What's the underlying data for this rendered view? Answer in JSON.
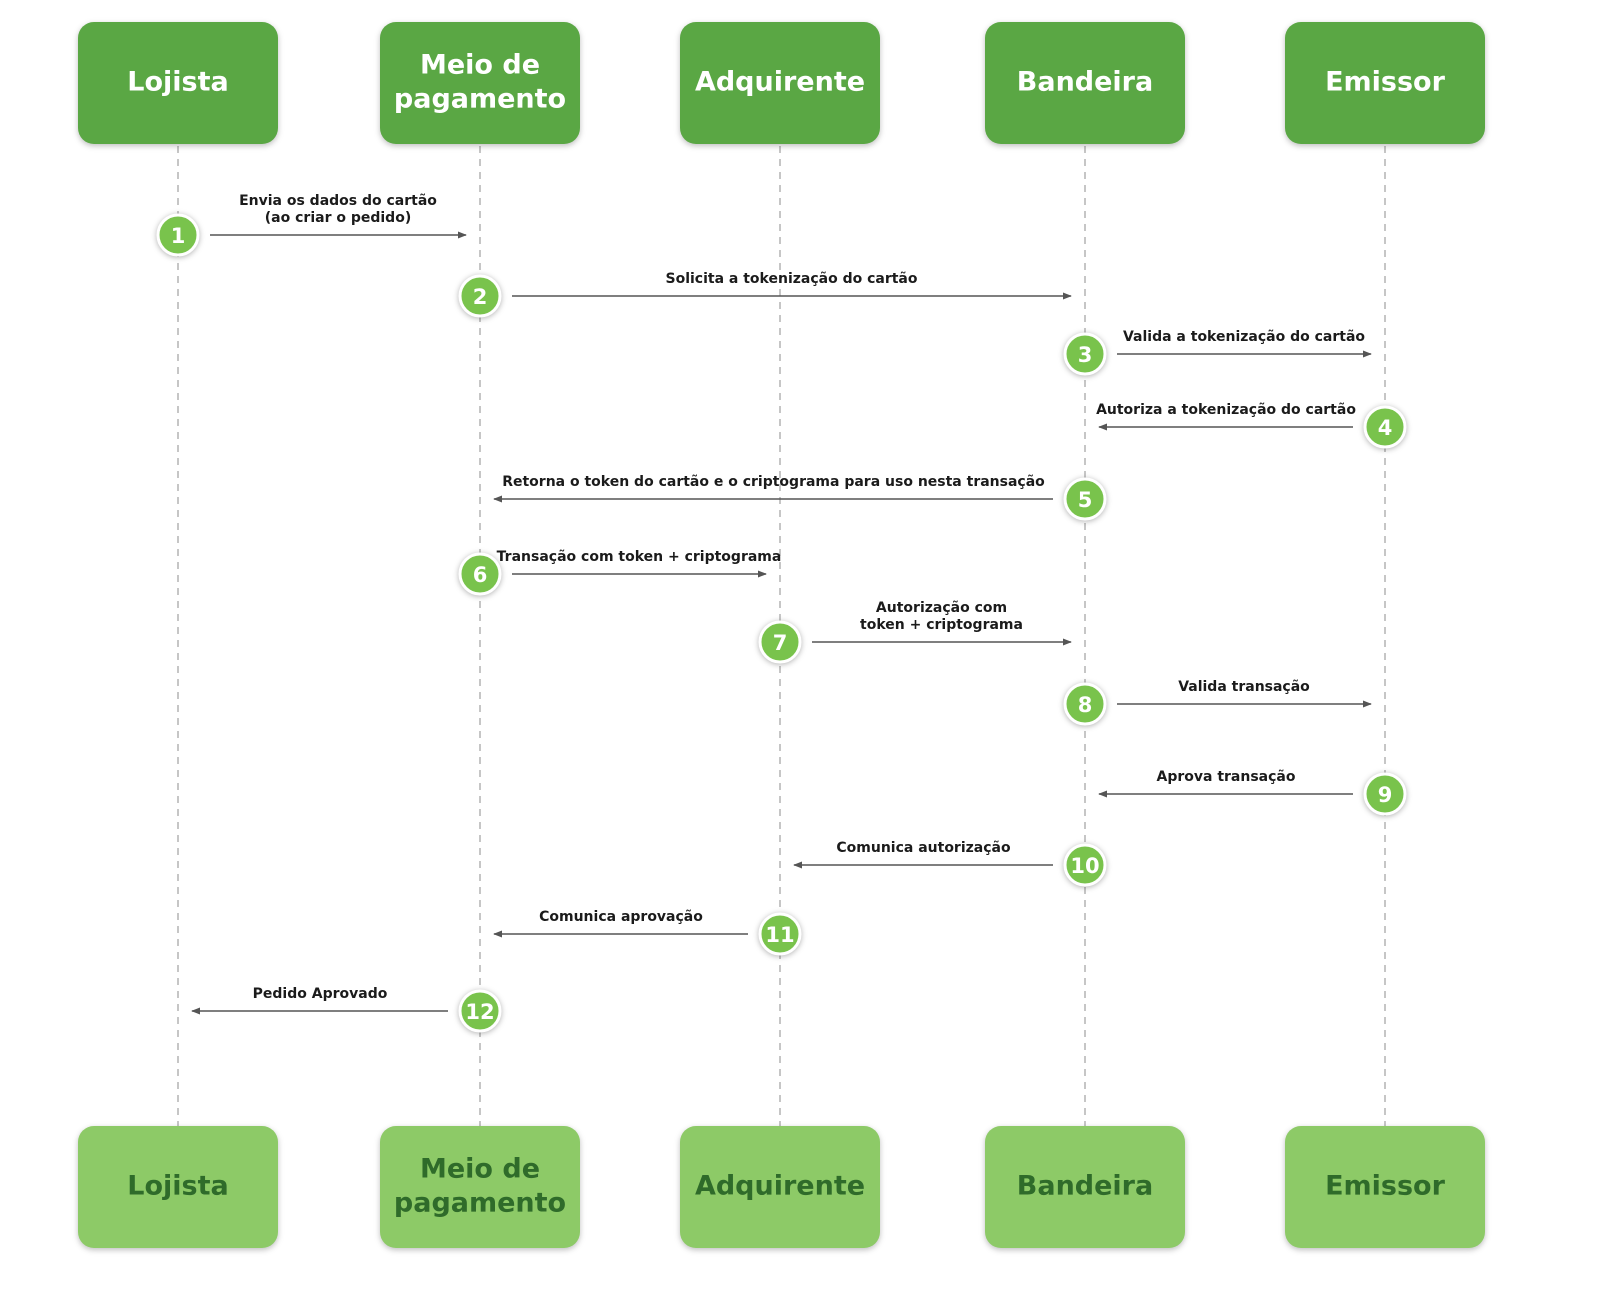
{
  "participants": [
    {
      "name_lines": [
        "Lojista"
      ]
    },
    {
      "name_lines": [
        "Meio de",
        "pagamento"
      ]
    },
    {
      "name_lines": [
        "Adquirente"
      ]
    },
    {
      "name_lines": [
        "Bandeira"
      ]
    },
    {
      "name_lines": [
        "Emissor"
      ]
    }
  ],
  "steps": [
    {
      "number": "1",
      "from": 0,
      "to": 1,
      "label_lines": [
        "Envia os dados do cartão",
        "(ao criar o pedido)"
      ]
    },
    {
      "number": "2",
      "from": 1,
      "to": 3,
      "label_lines": [
        "Solicita a tokenização do cartão"
      ]
    },
    {
      "number": "3",
      "from": 3,
      "to": 4,
      "label_lines": [
        "Valida a tokenização do cartão"
      ]
    },
    {
      "number": "4",
      "from": 4,
      "to": 3,
      "label_lines": [
        "Autoriza a tokenização do cartão"
      ]
    },
    {
      "number": "5",
      "from": 3,
      "to": 1,
      "label_lines": [
        "Retorna o token do cartão e o criptograma para uso nesta transação"
      ]
    },
    {
      "number": "6",
      "from": 1,
      "to": 2,
      "label_lines": [
        "Transação com token + criptograma"
      ]
    },
    {
      "number": "7",
      "from": 2,
      "to": 3,
      "label_lines": [
        "Autorização com",
        "token + criptograma"
      ]
    },
    {
      "number": "8",
      "from": 3,
      "to": 4,
      "label_lines": [
        "Valida transação"
      ]
    },
    {
      "number": "9",
      "from": 4,
      "to": 3,
      "label_lines": [
        "Aprova transação"
      ]
    },
    {
      "number": "10",
      "from": 3,
      "to": 2,
      "label_lines": [
        "Comunica autorização"
      ]
    },
    {
      "number": "11",
      "from": 2,
      "to": 1,
      "label_lines": [
        "Comunica aprovação"
      ]
    },
    {
      "number": "12",
      "from": 1,
      "to": 0,
      "label_lines": [
        "Pedido Aprovado"
      ]
    }
  ],
  "colors": {
    "top_box": "#5aa744",
    "bottom_box": "#8dca67",
    "top_box_text": "#ffffff",
    "bottom_box_text": "#2f6b2a",
    "step_circle": "#79c34c",
    "arrow": "#555555",
    "lifeline": "#b4b4b4"
  }
}
